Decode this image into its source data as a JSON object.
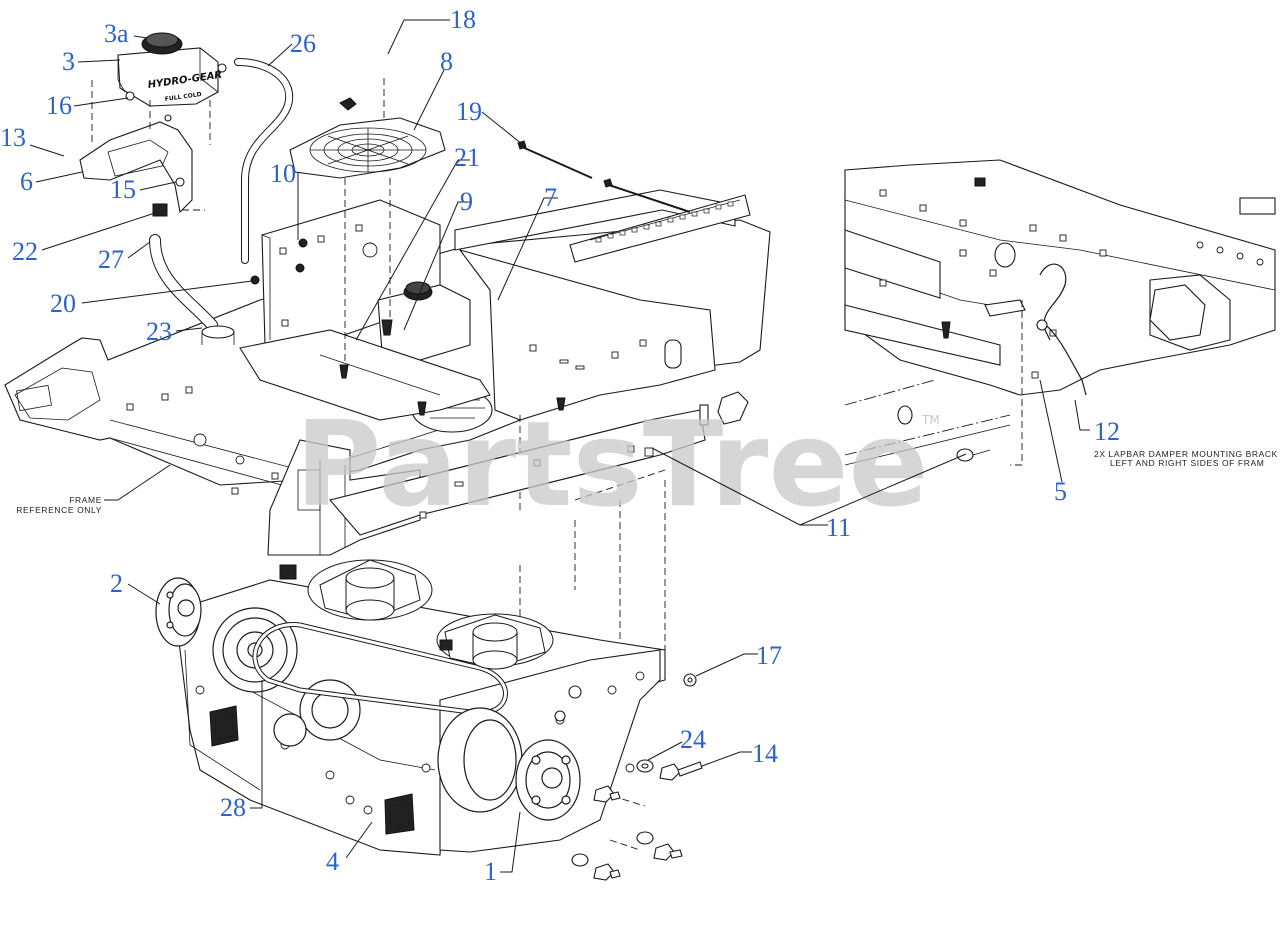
{
  "watermark": {
    "text": "PartsTree",
    "trademark": "TM"
  },
  "tank": {
    "brand": "HYDRO-GEAR",
    "fill_mark": "FULL COLD"
  },
  "notes": {
    "frame_line1": "FRAME",
    "frame_line2": "REFERENCE ONLY",
    "lapbar_line1": "2X LAPBAR DAMPER MOUNTING BRACK",
    "lapbar_line2": "LEFT AND RIGHT SIDES OF FRAM"
  },
  "callouts": {
    "c3a": "3a",
    "c3": "3",
    "c16": "16",
    "c13": "13",
    "c6": "6",
    "c15": "15",
    "c22": "22",
    "c27": "27",
    "c20": "20",
    "c23": "23",
    "c26": "26",
    "c18": "18",
    "c8": "8",
    "c10": "10",
    "c21": "21",
    "c9": "9",
    "c7": "7",
    "c19": "19",
    "c12": "12",
    "c5": "5",
    "c11": "11",
    "c2": "2",
    "c17": "17",
    "c24": "24",
    "c14": "14",
    "c28": "28",
    "c4": "4",
    "c1": "1"
  }
}
